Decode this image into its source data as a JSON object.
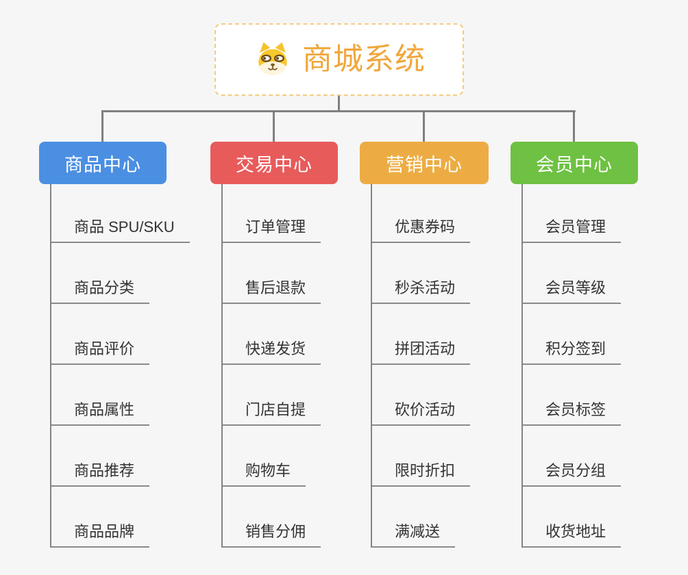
{
  "root": {
    "title": "商城系统",
    "icon": "shiba-dog-icon"
  },
  "colors": {
    "background": "#f6f6f7",
    "connector": "#7f7f7f",
    "underline": "#8a8a8a",
    "root_border": "#f5ca80",
    "root_title": "#f0a73c",
    "branch_product": "#4b8fe2",
    "branch_trade": "#e85b5b",
    "branch_marketing": "#edac43",
    "branch_member": "#6ec142"
  },
  "branches": [
    {
      "label": "商品中心",
      "color": "#4b8fe2",
      "items": [
        "商品 SPU/SKU",
        "商品分类",
        "商品评价",
        "商品属性",
        "商品推荐",
        "商品品牌"
      ]
    },
    {
      "label": "交易中心",
      "color": "#e85b5b",
      "items": [
        "订单管理",
        "售后退款",
        "快递发货",
        "门店自提",
        "购物车",
        "销售分佣"
      ]
    },
    {
      "label": "营销中心",
      "color": "#edac43",
      "items": [
        "优惠券码",
        "秒杀活动",
        "拼团活动",
        "砍价活动",
        "限时折扣",
        "满减送"
      ]
    },
    {
      "label": "会员中心",
      "color": "#6ec142",
      "items": [
        "会员管理",
        "会员等级",
        "积分签到",
        "会员标签",
        "会员分组",
        "收货地址"
      ]
    }
  ]
}
